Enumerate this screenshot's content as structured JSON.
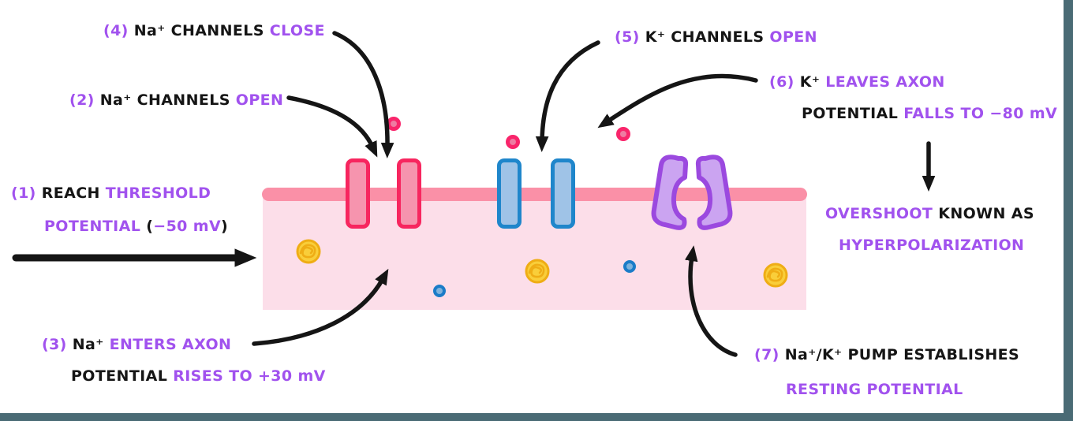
{
  "colors": {
    "purple": "#A152EE",
    "ink": "#151515",
    "membrane": "#FA90A7",
    "axon_interior": "#FCDEE9",
    "na_channel_stroke": "#F7265F",
    "na_channel_fill": "#F694AE",
    "k_channel_stroke": "#1F86CB",
    "k_channel_fill": "#9FC3E7",
    "pump_stroke": "#9B49DF",
    "pump_fill": "#CBA4F1",
    "na_ion_stroke": "#F9256B",
    "na_ion_fill": "#EE7CA2",
    "k_ion_stroke": "#1B7CC8",
    "k_ion_fill": "#7EB3DC",
    "protein_stroke": "#EFAD15",
    "protein_fill": "#F9CE3A",
    "frame": "#4A6B75"
  },
  "annotations": {
    "step1": {
      "line1": [
        {
          "t": "(1) ",
          "c": "purple"
        },
        {
          "t": "REACH ",
          "c": "ink"
        },
        {
          "t": "THRESHOLD",
          "c": "purple"
        }
      ],
      "line2": [
        {
          "t": "POTENTIAL ",
          "c": "purple"
        },
        {
          "t": "(",
          "c": "ink"
        },
        {
          "t": "−50 mV",
          "c": "purple"
        },
        {
          "t": ")",
          "c": "ink"
        }
      ]
    },
    "step2": {
      "line1": [
        {
          "t": "(2) ",
          "c": "purple"
        },
        {
          "t": "Na⁺ CHANNELS ",
          "c": "ink"
        },
        {
          "t": "OPEN",
          "c": "purple"
        }
      ]
    },
    "step3": {
      "line1": [
        {
          "t": "(3) ",
          "c": "purple"
        },
        {
          "t": "Na⁺ ",
          "c": "ink"
        },
        {
          "t": "ENTERS AXON",
          "c": "purple"
        }
      ],
      "line2": [
        {
          "t": "POTENTIAL ",
          "c": "ink"
        },
        {
          "t": "RISES TO +30 mV",
          "c": "purple"
        }
      ]
    },
    "step4": {
      "line1": [
        {
          "t": "(4) ",
          "c": "purple"
        },
        {
          "t": "Na⁺ CHANNELS ",
          "c": "ink"
        },
        {
          "t": "CLOSE",
          "c": "purple"
        }
      ]
    },
    "step5": {
      "line1": [
        {
          "t": "(5) ",
          "c": "purple"
        },
        {
          "t": "K⁺ CHANNELS ",
          "c": "ink"
        },
        {
          "t": "OPEN",
          "c": "purple"
        }
      ]
    },
    "step6": {
      "line1": [
        {
          "t": "(6) ",
          "c": "purple"
        },
        {
          "t": "K⁺ ",
          "c": "ink"
        },
        {
          "t": "LEAVES AXON",
          "c": "purple"
        }
      ],
      "line2": [
        {
          "t": "POTENTIAL ",
          "c": "ink"
        },
        {
          "t": "FALLS TO −80 mV",
          "c": "purple"
        }
      ]
    },
    "overshoot": {
      "line1": [
        {
          "t": "OVERSHOOT ",
          "c": "purple"
        },
        {
          "t": "KNOWN AS",
          "c": "ink"
        }
      ],
      "line2": [
        {
          "t": "HYPERPOLARIZATION",
          "c": "purple"
        }
      ]
    },
    "step7": {
      "line1": [
        {
          "t": "(7) ",
          "c": "purple"
        },
        {
          "t": "Na⁺/K⁺ PUMP ESTABLISHES",
          "c": "ink"
        }
      ],
      "line2": [
        {
          "t": "RESTING POTENTIAL",
          "c": "purple"
        }
      ]
    }
  }
}
